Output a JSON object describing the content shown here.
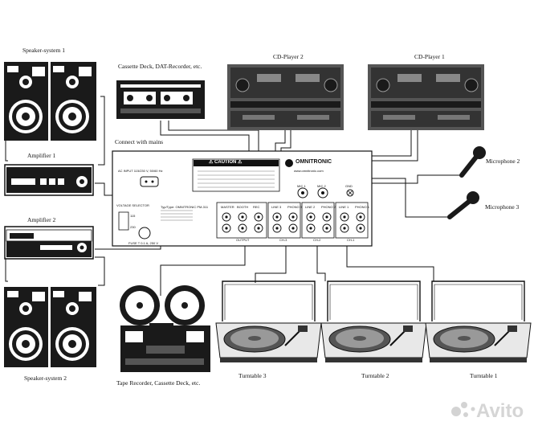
{
  "labels": {
    "speaker1": "Speaker-system 1",
    "speaker2": "Speaker-system 2",
    "amp1": "Amplifier 1",
    "amp2": "Amplifier 2",
    "cassette": "Cassette Deck, DAT-Recorder, etc.",
    "cd2": "CD-Player 2",
    "cd1": "CD-Player 1",
    "mains": "Connect with mains",
    "mic2": "Microphone 2",
    "mic3": "Microphone 3",
    "tape": "Tape Recorder, Cassette Deck, etc.",
    "tt3": "Turntable 3",
    "tt2": "Turntable 2",
    "tt1": "Turntable 1"
  },
  "panel": {
    "caution": "⚠ CAUTION ⚠",
    "brand": "OMNITRONIC",
    "url": "www.omnitronic.com",
    "ac_input": "AC INPUT 115/230 V, 50/60 Hz",
    "voltage_selector": "VOLTAGE SELECTOR",
    "v115": "115",
    "v230": "230",
    "fuse": "FUSE T 0.1 A, 250 V",
    "type_label": "Typ/Type: OMNITRONIC PM-311",
    "mic1": "MIC 1",
    "mic2": "MIC 2",
    "gnd": "GND",
    "jacks_output": [
      "MASTER",
      "BOOTH",
      "REC"
    ],
    "jacks_ch3": [
      "LINE 3",
      "PHONO 3"
    ],
    "jacks_ch2": [
      "LINE 2",
      "PHONO 2"
    ],
    "jacks_ch1": [
      "LINE 1",
      "PHONO 1"
    ],
    "section_output": "OUTPUT",
    "section_ch3": "CH-3",
    "section_ch2": "CH-2",
    "section_ch1": "CH-1"
  },
  "watermark": "Avito",
  "colors": {
    "line": "#111111",
    "device_dark": "#1a1a1a",
    "device_gray": "#555555",
    "warning": "#111111",
    "watermark": "#d9d9d9"
  }
}
